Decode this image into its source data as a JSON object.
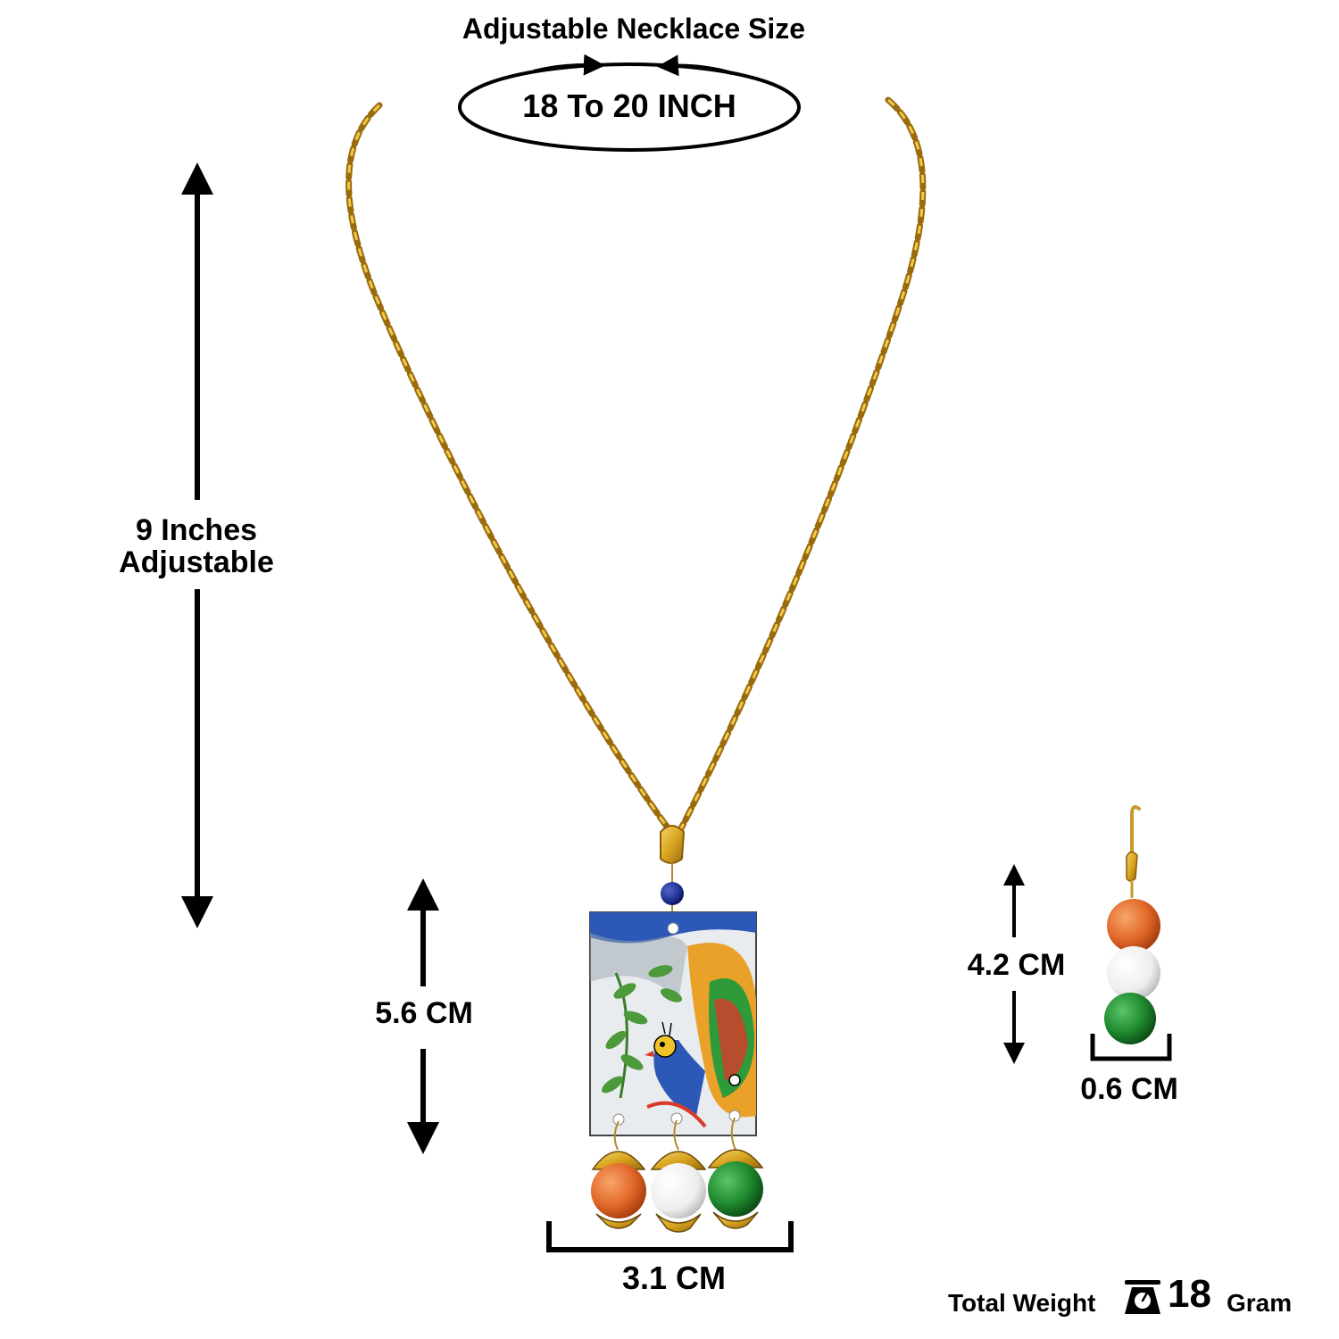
{
  "necklace_size": {
    "title": "Adjustable Necklace Size",
    "length": "18 To 20 INCH"
  },
  "chain": {
    "adjustable_label": "9 Inches\nAdjustable"
  },
  "pendant": {
    "height": "5.6 CM",
    "width": "3.1 CM"
  },
  "earring": {
    "height": "4.2 CM",
    "width": "0.6 CM"
  },
  "weight": {
    "label": "Total Weight",
    "value": "18",
    "unit": "Gram",
    "icon": "weighing-scale-icon"
  },
  "colors": {
    "chain_gold": "#d9a520",
    "bead_orange": "#e2682a",
    "bead_white": "#f4f4f4",
    "bead_green": "#1f8a2e",
    "bead_blue": "#1d2f8c"
  }
}
